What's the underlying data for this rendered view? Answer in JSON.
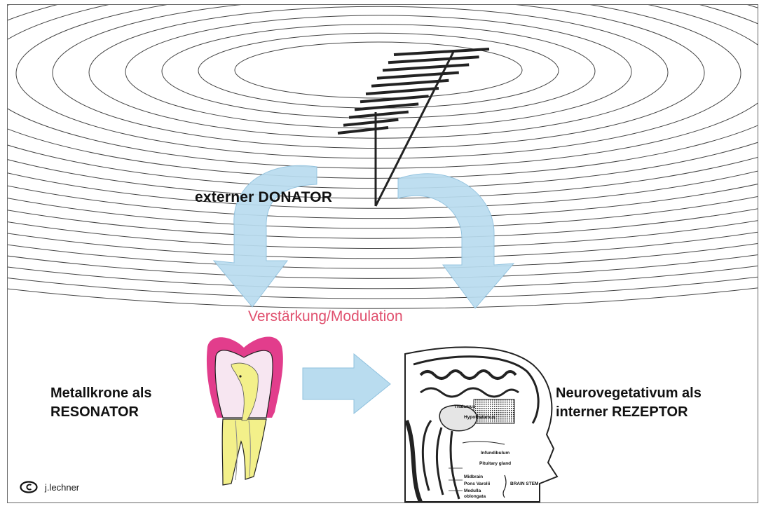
{
  "labels": {
    "donor_line1": "externer DONATOR",
    "modulation": "Verstärkung/Modulation",
    "resonator_line1": "Metallkrone als",
    "resonator_line2": "RESONATOR",
    "receptor_line1": "Neurovegetativum als",
    "receptor_line2": "interner REZEPTOR"
  },
  "brain_labels": {
    "thalamus": "Thalamus",
    "hypothalamus": "Hypothalamus",
    "infundibulum": "Infundibulum",
    "pituitary": "Pituitary gland",
    "midbrain": "Midbrain",
    "pons": "Pons Varolii",
    "medulla1": "Medulla",
    "medulla2": "oblongata",
    "brain_stem": "BRAIN STEM"
  },
  "footer": {
    "author": "j.lechner"
  },
  "colors": {
    "arrow_fill": "#b9dcef",
    "modulation_text": "#e0506e",
    "crown": "#e23d8c",
    "root": "#f3f08a",
    "ring_stroke": "#444444"
  },
  "icons": [
    "antenna-icon",
    "copyright-icon",
    "tooth-icon",
    "brain-icon"
  ]
}
